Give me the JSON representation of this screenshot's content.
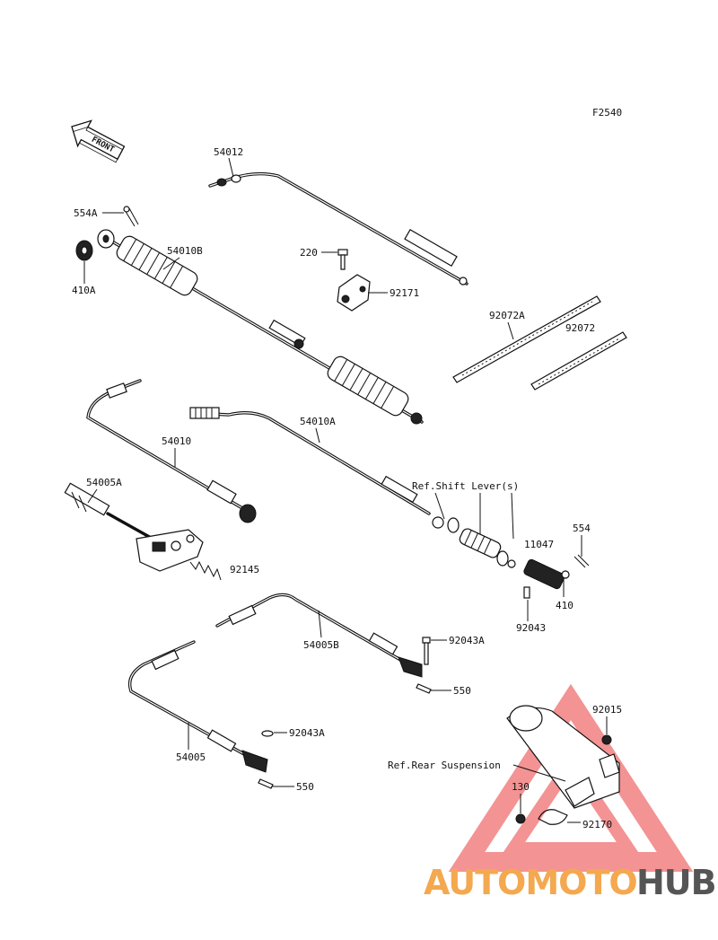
{
  "figure_code": "F2540",
  "front_label": "FRONT",
  "parts": {
    "p54012": "54012",
    "p554A": "554A",
    "p410A": "410A",
    "p54010B": "54010B",
    "p220": "220",
    "p92171": "92171",
    "p92072A": "92072A",
    "p92072": "92072",
    "p54010A": "54010A",
    "p54010": "54010",
    "p54005A": "54005A",
    "p92145": "92145",
    "p11047": "11047",
    "p554": "554",
    "p410": "410",
    "p92043": "92043",
    "p54005B": "54005B",
    "p92043A_1": "92043A",
    "p550_1": "550",
    "p92043A_2": "92043A",
    "p54005": "54005",
    "p550_2": "550",
    "p92015": "92015",
    "p130": "130",
    "p92170": "92170"
  },
  "references": {
    "shift_lever": "Ref.Shift Lever(s)",
    "rear_suspension": "Ref.Rear Suspension"
  },
  "watermark": {
    "part1": "AUTOMOTO",
    "part2": "HUB",
    "color_primary": "#f4a84f",
    "color_secondary": "#555555",
    "triangle_color": "#e85555"
  }
}
